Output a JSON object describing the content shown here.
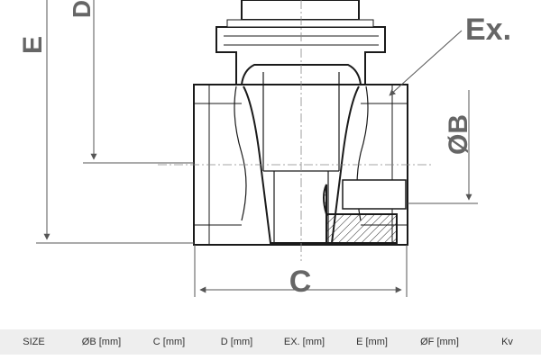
{
  "labels": {
    "ex": "Ex.",
    "diameter_b": "ØB",
    "c": "C",
    "d": "D",
    "e": "E"
  },
  "table": {
    "headers": [
      "SIZE",
      "ØB [mm]",
      "C [mm]",
      "D [mm]",
      "EX. [mm]",
      "E [mm]",
      "ØF [mm]",
      "Kv"
    ]
  },
  "colors": {
    "ink": "#1a1a1a",
    "dimension": "#555555",
    "label": "#666666",
    "header_bg": "#eeeeee"
  }
}
